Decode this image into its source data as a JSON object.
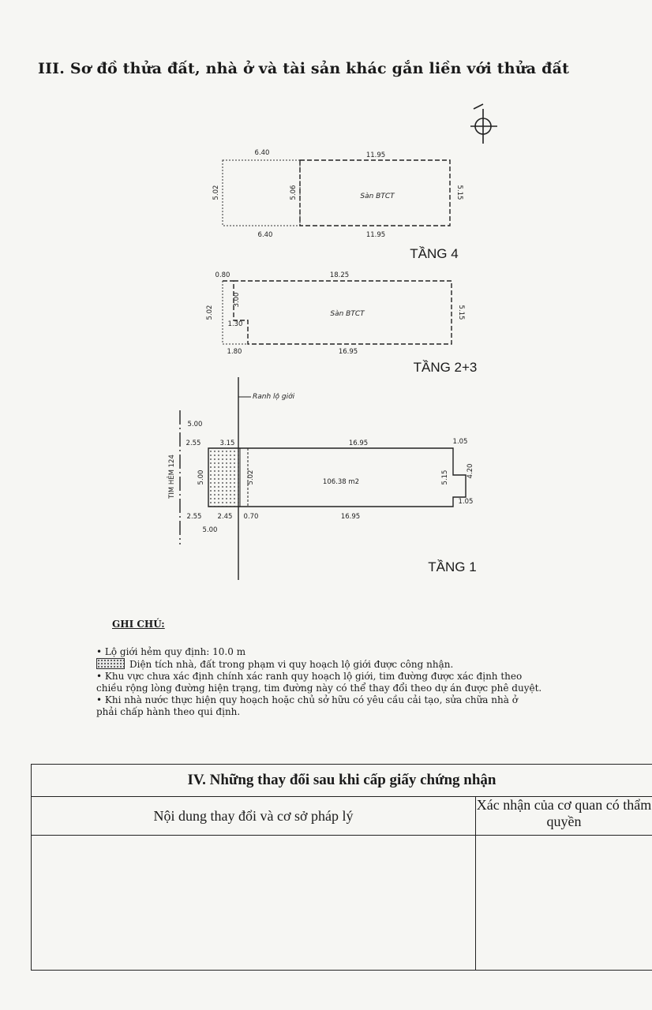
{
  "section3": {
    "title": "III. Sơ đồ thửa đất, nhà ở và tài sản khác gắn liền với thửa đất"
  },
  "plan": {
    "floor4": {
      "label": "TẦNG 4",
      "top_left": "6.40",
      "top_right": "11.95",
      "bottom_left": "6.40",
      "bottom_right": "11.95",
      "left_side": "5.02",
      "mid_side": "5.06",
      "right_side": "5.15",
      "room": "Sàn BTCT"
    },
    "floor23": {
      "label": "TẦNG 2+3",
      "top_left": "0.80",
      "top_right": "18.25",
      "left_side": "5.02",
      "inner_side": "3.00",
      "inner_step": "1.30",
      "right_side": "5.15",
      "bottom_left": "1.80",
      "bottom_right": "16.95",
      "room": "Sàn BTCT"
    },
    "floor1": {
      "label": "TẦNG 1",
      "boundary_label": "Ranh lộ giới",
      "street_label": "TIM HẺM 124",
      "top_offset": "5.00",
      "top_a": "2.55",
      "top_b": "3.15",
      "top_main": "16.95",
      "top_right": "1.05",
      "left_side": "5.00",
      "inner_side": "5.02",
      "area": "106.38 m2",
      "right_side": "5.15",
      "right_notch": "4.20",
      "right_bottom": "1.05",
      "bottom_a": "2.55",
      "bottom_b": "2.45",
      "bottom_c": "0.70",
      "bottom_main": "16.95",
      "bottom_offset": "5.00"
    }
  },
  "notes": {
    "title": "GHI CHÚ:",
    "line1": "• Lộ giới hẻm quy định: 10.0 m",
    "line2": "Diện tích nhà, đất trong phạm vi quy hoạch lộ giới được công nhận.",
    "line3": "• Khu vực chưa xác định chính xác ranh quy hoạch lộ giới, tim đường được xác định theo",
    "line4": "chiều rộng lòng đường hiện trạng, tim đường này có thể thay đổi theo dự án được phê duyệt.",
    "line5": "• Khi nhà nước thực hiện quy hoạch hoặc chủ sở hữu có yêu cầu cải tạo, sửa chữa nhà ở",
    "line6": "phải chấp hành theo qui định."
  },
  "section4": {
    "title": "IV. Những thay đổi sau khi cấp giấy chứng nhận",
    "col1": "Nội dung thay đổi và cơ sở pháp lý",
    "col2": "Xác nhận của cơ quan có thẩm quyền"
  }
}
